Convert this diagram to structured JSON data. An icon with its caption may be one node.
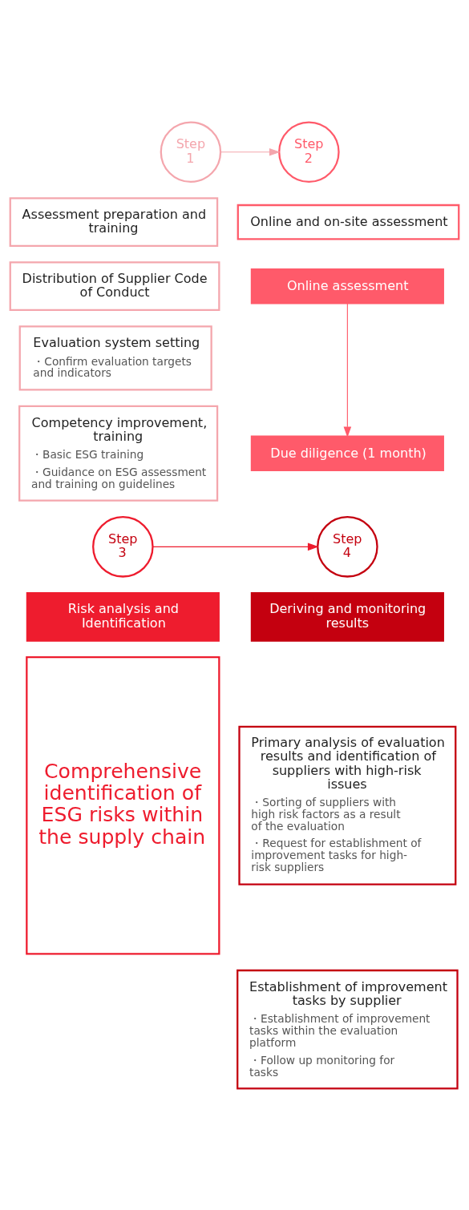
{
  "diagram": {
    "nodes": [
      {
        "text": [
          "Step 1"
        ]
      },
      {
        "text": [
          "Step 2"
        ]
      },
      {
        "text": [
          "Assessment preparation and training"
        ]
      },
      {
        "text": [
          "Distribution of Supplier Code of Conduct"
        ]
      },
      {
        "text": [
          "Evaluation system setting",
          "・Confirm evaluation targets and indicators"
        ]
      },
      {
        "text": [
          "Competency improvement, training",
          "・Basic ESG training",
          "・Guidance on ESG assessment and training on guidelines"
        ]
      },
      {
        "text": [
          "Online and on-site assessment"
        ]
      },
      {
        "text": [
          "Online assessment"
        ]
      },
      {
        "text": [
          "Due diligence (1 month)"
        ]
      },
      {
        "text": [
          "Step 3"
        ]
      },
      {
        "text": [
          "Step 4"
        ]
      },
      {
        "text": [
          "Risk analysis and Identification"
        ]
      },
      {
        "text": [
          "Comprehensive identification of ESG risks within the supply chain"
        ]
      },
      {
        "text": [
          "Deriving and monitoring results"
        ]
      },
      {
        "text": [
          "Primary analysis of evaluation results and identification of suppliers with high-risk issues",
          "・Sorting of suppliers with high risk factors as a result of the evaluation",
          "・Request for establishment of improvement tasks for high-risk suppliers"
        ]
      },
      {
        "text": [
          "Establishment of improvement tasks by supplier",
          "・Establishment of improvement tasks within the evaluation platform",
          "・Follow up monitoring for tasks"
        ]
      }
    ],
    "edges": [
      {
        "from": 0,
        "to": 1,
        "arrow": "to",
        "color": "#f4a6ad"
      },
      {
        "from": 7,
        "to": 8,
        "arrow": "to"
      },
      {
        "from": 9,
        "to": 10,
        "arrow": "to",
        "color": "#ee1c2e"
      }
    ]
  }
}
